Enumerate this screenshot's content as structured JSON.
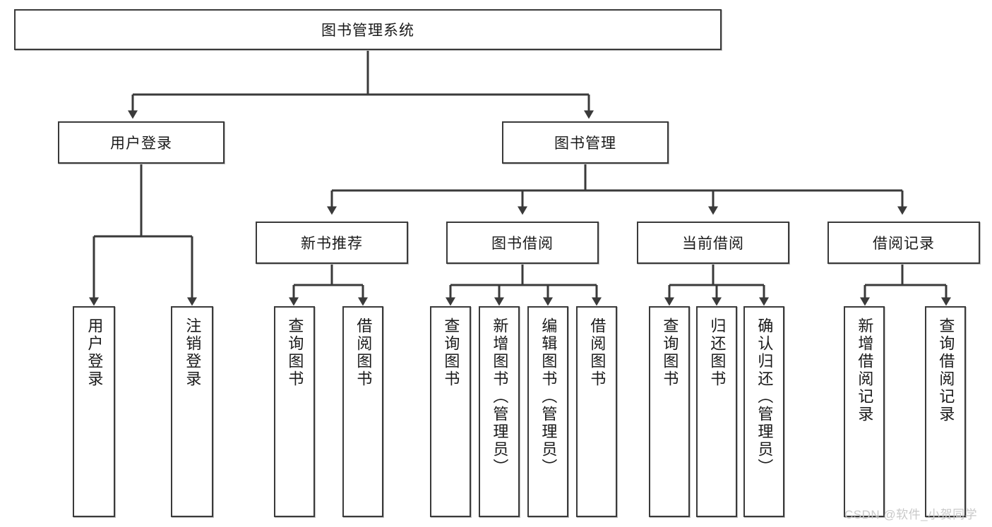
{
  "diagram": {
    "type": "tree",
    "title": "图书管理系统",
    "root": {
      "label": "图书管理系统"
    },
    "level1": [
      {
        "label": "用户登录"
      },
      {
        "label": "图书管理"
      }
    ],
    "level2": [
      {
        "label": "新书推荐"
      },
      {
        "label": "图书借阅"
      },
      {
        "label": "当前借阅"
      },
      {
        "label": "借阅记录"
      }
    ],
    "leaves": {
      "user_login": [
        {
          "label": "用户登录"
        },
        {
          "label": "注销登录"
        }
      ],
      "new_book_recommend": [
        {
          "label": "查询图书"
        },
        {
          "label": "借阅图书"
        }
      ],
      "book_borrow": [
        {
          "label": "查询图书"
        },
        {
          "label": "新增图书（管理员）"
        },
        {
          "label": "编辑图书（管理员）"
        },
        {
          "label": "借阅图书"
        }
      ],
      "current_borrow": [
        {
          "label": "查询图书"
        },
        {
          "label": "归还图书"
        },
        {
          "label": "确认归还（管理员）"
        }
      ],
      "borrow_record": [
        {
          "label": "新增借阅记录"
        },
        {
          "label": "查询借阅记录"
        }
      ]
    }
  },
  "watermark": {
    "text": "CSDN @软件_小贺同学"
  },
  "colors": {
    "stroke": "#3a3a3a",
    "fill": "#ffffff",
    "text": "#1a1a1a",
    "watermark": "#c9c9c9"
  }
}
